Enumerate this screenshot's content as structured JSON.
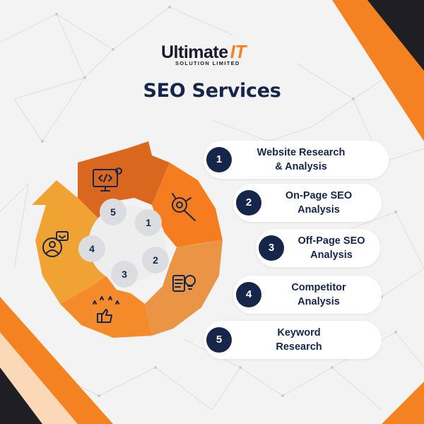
{
  "brand": {
    "name": "Ultimate",
    "accent": "IT",
    "tagline": "SOLUTION LIMITED"
  },
  "title": "SEO Services",
  "colors": {
    "navy": "#16254a",
    "orange": "#f58220",
    "dark_orange": "#d9621f",
    "light_orange": "#f3a233",
    "background": "#f3f3f4"
  },
  "cycle": {
    "steps": [
      {
        "number": "1",
        "icon": "magnifier-target-icon"
      },
      {
        "number": "2",
        "icon": "lightbulb-document-icon"
      },
      {
        "number": "3",
        "icon": "thumbs-up-stars-icon"
      },
      {
        "number": "4",
        "icon": "user-chat-heart-icon"
      },
      {
        "number": "5",
        "icon": "code-monitor-gear-icon"
      }
    ]
  },
  "services": [
    {
      "number": "1",
      "line1": "Website Research",
      "line2": "& Analysis"
    },
    {
      "number": "2",
      "line1": "On-Page SEO",
      "line2": "Analysis"
    },
    {
      "number": "3",
      "line1": "Off-Page SEO",
      "line2": "Analysis"
    },
    {
      "number": "4",
      "line1": "Competitor",
      "line2": "Analysis"
    },
    {
      "number": "5",
      "line1": "Keyword",
      "line2": "Research"
    }
  ]
}
